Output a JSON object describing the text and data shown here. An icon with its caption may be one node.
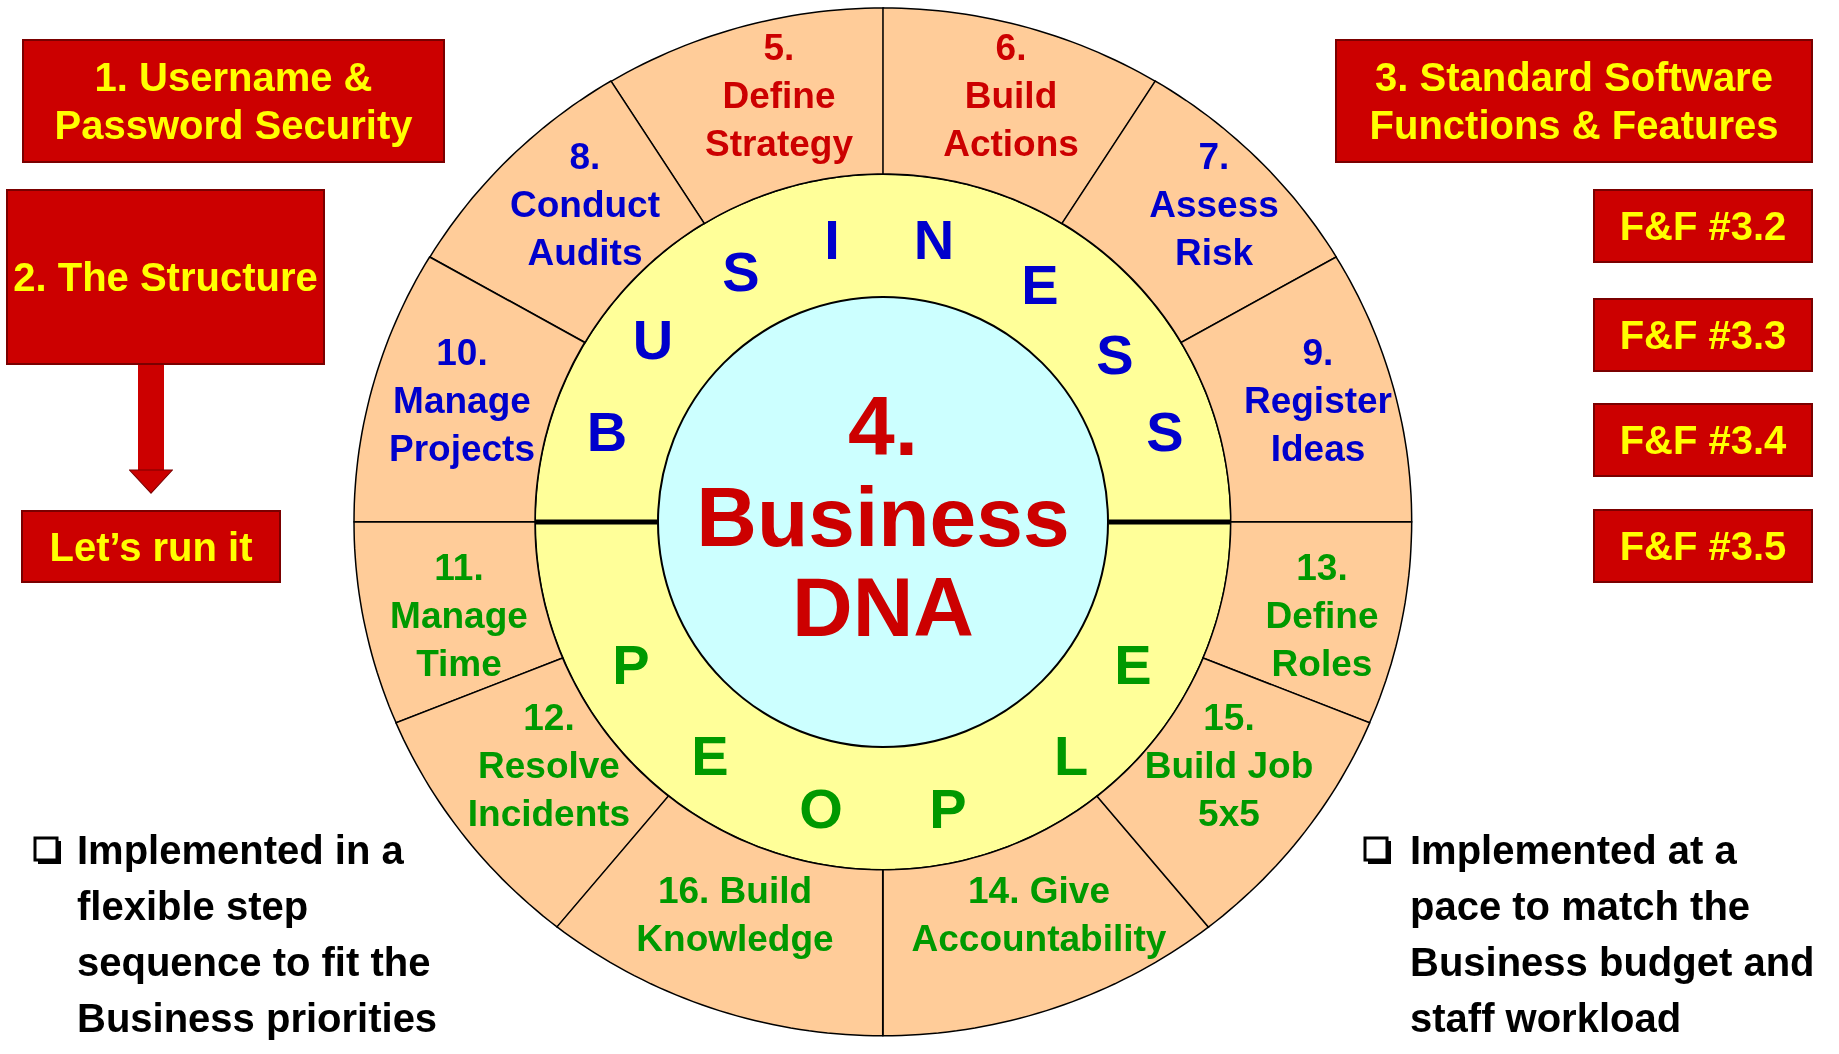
{
  "diagram": {
    "nodes": [
      {
        "text": [
          "1. Username & Password Security"
        ]
      },
      {
        "text": [
          "2. The Structure"
        ]
      },
      {
        "text": [
          "Let’s run it"
        ]
      },
      {
        "text": [
          "3. Standard Software Functions & Features"
        ]
      },
      {
        "text": [
          "F&F #3.2"
        ]
      },
      {
        "text": [
          "F&F #3.3"
        ]
      },
      {
        "text": [
          "F&F #3.4"
        ]
      },
      {
        "text": [
          "F&F #3.5"
        ]
      },
      {
        "text": [
          "4. Business DNA"
        ]
      },
      {
        "text": [
          "5.",
          "Define Strategy"
        ]
      },
      {
        "text": [
          "6.",
          "Build Actions"
        ]
      },
      {
        "text": [
          "7.",
          "Assess Risk"
        ]
      },
      {
        "text": [
          "8.",
          "Conduct Audits"
        ]
      },
      {
        "text": [
          "9.",
          "Register Ideas"
        ]
      },
      {
        "text": [
          "10.",
          "Manage Projects"
        ]
      },
      {
        "text": [
          "11.",
          "Manage Time"
        ]
      },
      {
        "text": [
          "12.",
          "Resolve Incidents"
        ]
      },
      {
        "text": [
          "13.",
          "Define Roles"
        ]
      },
      {
        "text": [
          "14. Give Accountability"
        ]
      },
      {
        "text": [
          "15.",
          "Build Job 5x5"
        ]
      },
      {
        "text": [
          "16. Build Knowledge"
        ]
      }
    ],
    "edges": [
      {
        "from": 1,
        "to": 2,
        "arrow": "to"
      }
    ],
    "labels": [
      "B",
      "U",
      "S",
      "I",
      "N",
      "E",
      "S",
      "S",
      "P",
      "E",
      "O",
      "P",
      "L",
      "E",
      "Implemented in a flexible step sequence to fit the Business priorities",
      "Implemented at a pace to match the Business budget and staff workload"
    ]
  }
}
